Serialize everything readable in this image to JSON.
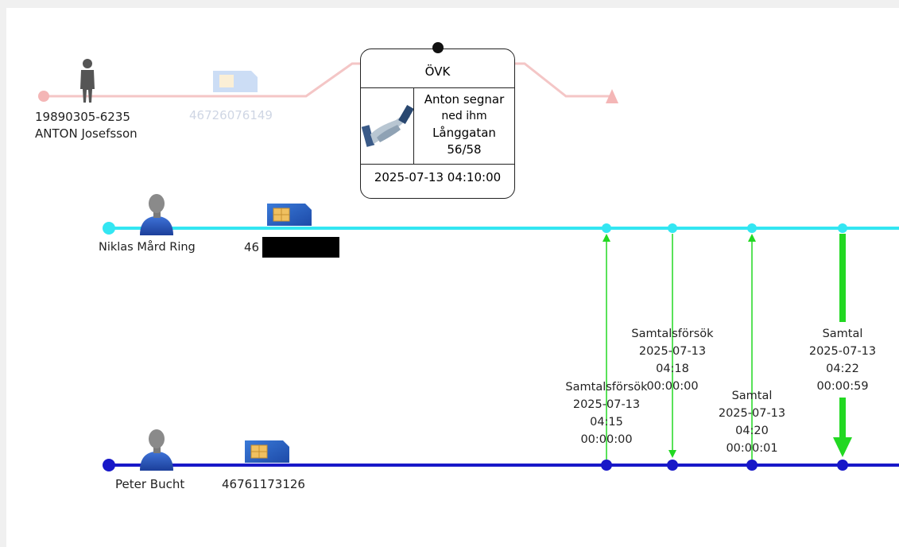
{
  "colors": {
    "niklas_line": "#33e6f2",
    "peter_line": "#1818c8",
    "event_arrow": "#22d822",
    "faded_line": "#f4c6c6"
  },
  "anton": {
    "id_number": "19890305-6235",
    "name": "ANTON Josefsson",
    "phone": "46726076149",
    "icon": "person-silhouette-icon"
  },
  "ovk": {
    "title": "ÖVK",
    "description": [
      "Anton segnar",
      "ned ihm",
      "Långgatan",
      "56/58"
    ],
    "datetime": "2025-07-13 04:10:00",
    "icon": "handshake-icon"
  },
  "niklas": {
    "name": "Niklas Mård Ring",
    "phone": "46",
    "icon": "person-icon"
  },
  "peter": {
    "name": "Peter Bucht",
    "phone": "46761173126",
    "icon": "person-icon"
  },
  "events": [
    {
      "type": "Samtalsförsök",
      "date": "2025-07-13",
      "time": "04:15",
      "duration": "00:00:00",
      "direction": "up"
    },
    {
      "type": "Samtalsförsök",
      "date": "2025-07-13",
      "time": "04:18",
      "duration": "00:00:00",
      "direction": "down"
    },
    {
      "type": "Samtal",
      "date": "2025-07-13",
      "time": "04:20",
      "duration": "00:00:01",
      "direction": "up"
    },
    {
      "type": "Samtal",
      "date": "2025-07-13",
      "time": "04:22",
      "duration": "00:00:59",
      "direction": "down"
    }
  ]
}
